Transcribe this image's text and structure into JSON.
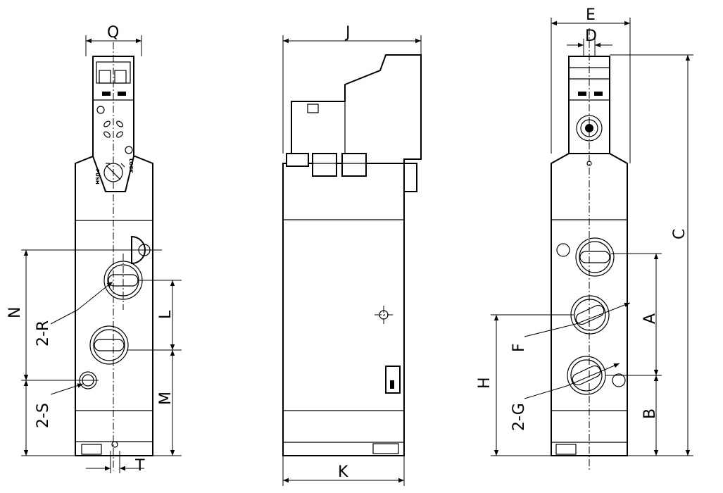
{
  "labels": {
    "Q": "Q",
    "N": "N",
    "R2": "2-R",
    "L": "L",
    "S2": "2-S",
    "M": "M",
    "T": "T",
    "J": "J",
    "K": "K",
    "E": "E",
    "D": "D",
    "C": "C",
    "A": "A",
    "F": "F",
    "H": "H",
    "G2": "2-G",
    "B": "B"
  },
  "nameplate": {
    "push": "PUSH",
    "lock": "LOCK"
  }
}
